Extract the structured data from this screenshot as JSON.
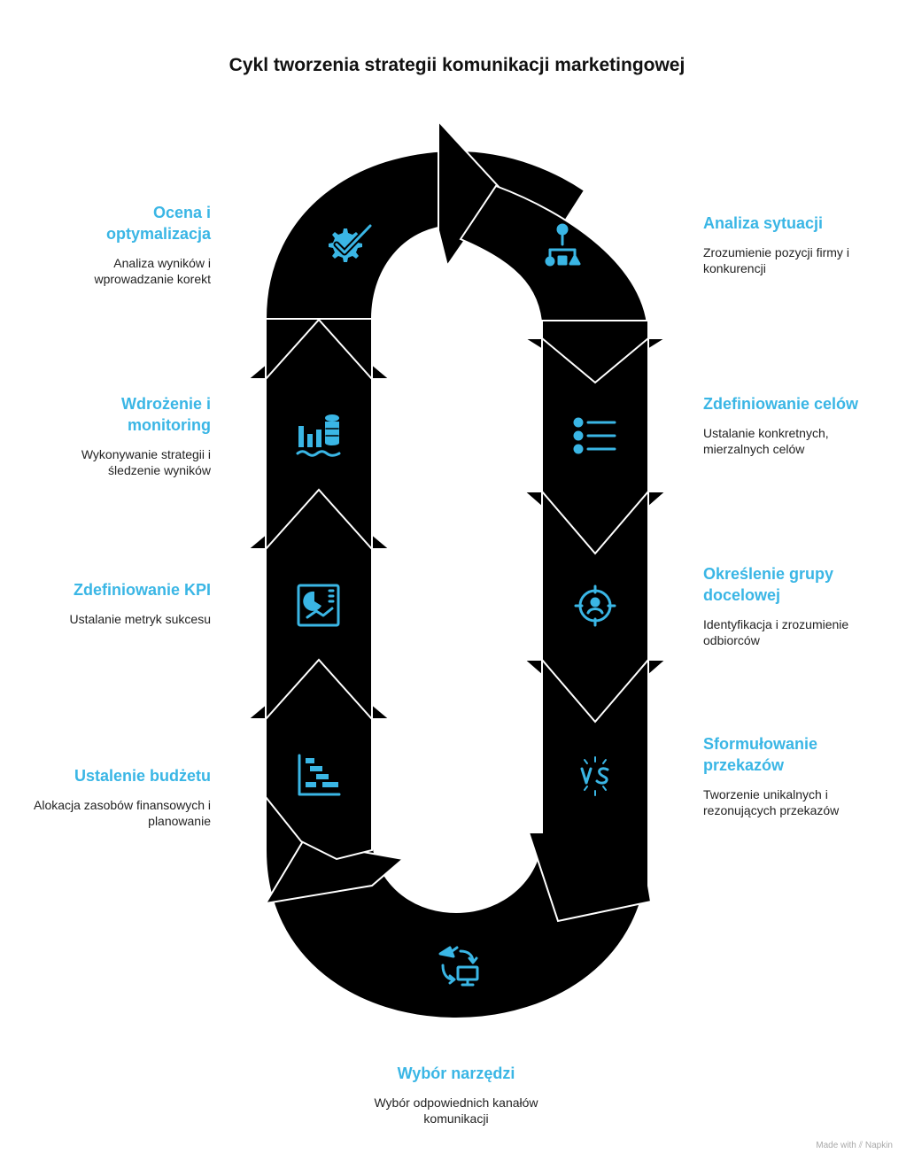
{
  "title": "Cykl tworzenia strategii komunikacji marketingowej",
  "steps": [
    {
      "title": "Analiza sytuacji",
      "desc": "Zrozumienie pozycji firmy i konkurencji",
      "icon": "hierarchy-icon"
    },
    {
      "title": "Zdefiniowanie celów",
      "desc": "Ustalanie konkretnych, mierzalnych celów",
      "icon": "list-icon"
    },
    {
      "title": "Określenie grupy docelowej",
      "desc": "Identyfikacja i zrozumienie odbiorców",
      "icon": "target-person-icon"
    },
    {
      "title": "Sformułowanie przekazów",
      "desc": "Tworzenie unikalnych i rezonujących przekazów",
      "icon": "versus-icon"
    },
    {
      "title": "Wybór narzędzi",
      "desc": "Wybór odpowiednich kanałów komunikacji",
      "icon": "satellite-monitor-icon"
    },
    {
      "title": "Ustalenie budżetu",
      "desc": "Alokacja zasobów finansowych i planowanie",
      "icon": "gantt-chart-icon"
    },
    {
      "title": "Zdefiniowanie KPI",
      "desc": "Ustalanie metryk sukcesu",
      "icon": "dashboard-icon"
    },
    {
      "title": "Wdrożenie i monitoring",
      "desc": "Wykonywanie strategii i śledzenie wyników",
      "icon": "bar-chart-database-icon"
    },
    {
      "title": "Ocena i optymalizacja",
      "desc": "Analiza wyników i wprowadzanie korekt",
      "icon": "gear-check-icon"
    }
  ],
  "colors": {
    "arrow": "#000000",
    "accent": "#3ab6e5",
    "text": "#222222"
  },
  "footer": {
    "prefix": "Made with",
    "brand": "Napkin"
  }
}
